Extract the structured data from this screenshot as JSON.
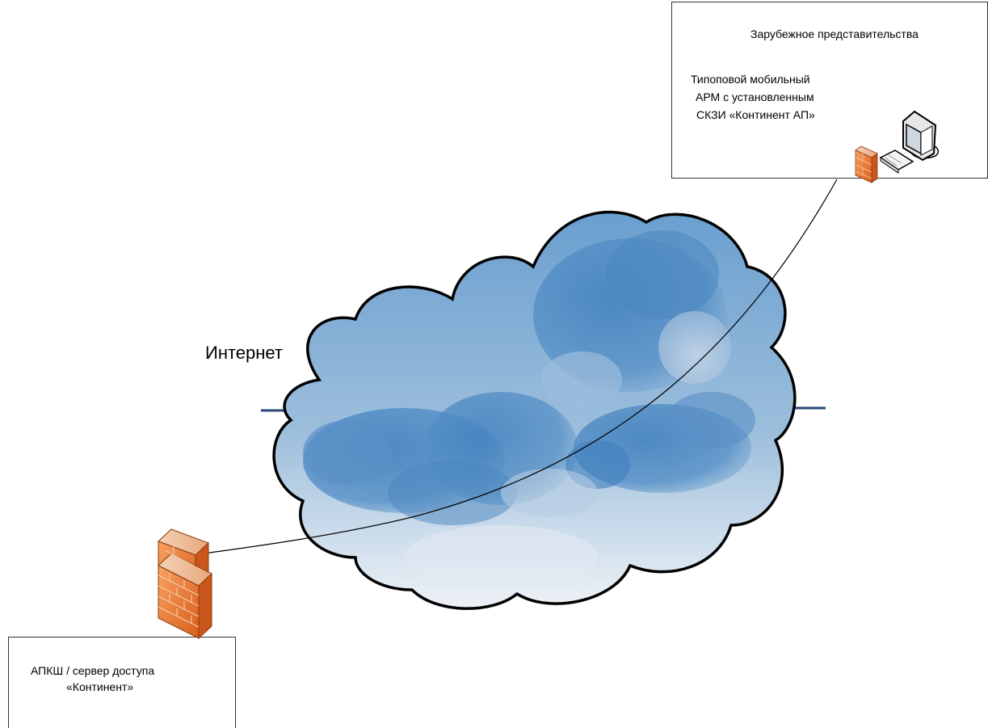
{
  "office": {
    "title": "Зарубежное представительства",
    "workstation_lines": [
      "Типоповой мобильный",
      "АРМ с установленным",
      "СКЗИ «Континент АП»"
    ]
  },
  "internet_label": "Интернет",
  "gateway": {
    "lines": [
      "АПКШ / сервер доступа",
      "«Континент»"
    ]
  },
  "colors": {
    "cloud_dark": "#4a86bf",
    "cloud_light": "#e8eef4",
    "firewall": "#e8732a",
    "network_line": "#2a4a7a"
  },
  "icons": [
    "firewall-icon",
    "computer-icon",
    "keyboard-icon",
    "cloud-icon"
  ]
}
